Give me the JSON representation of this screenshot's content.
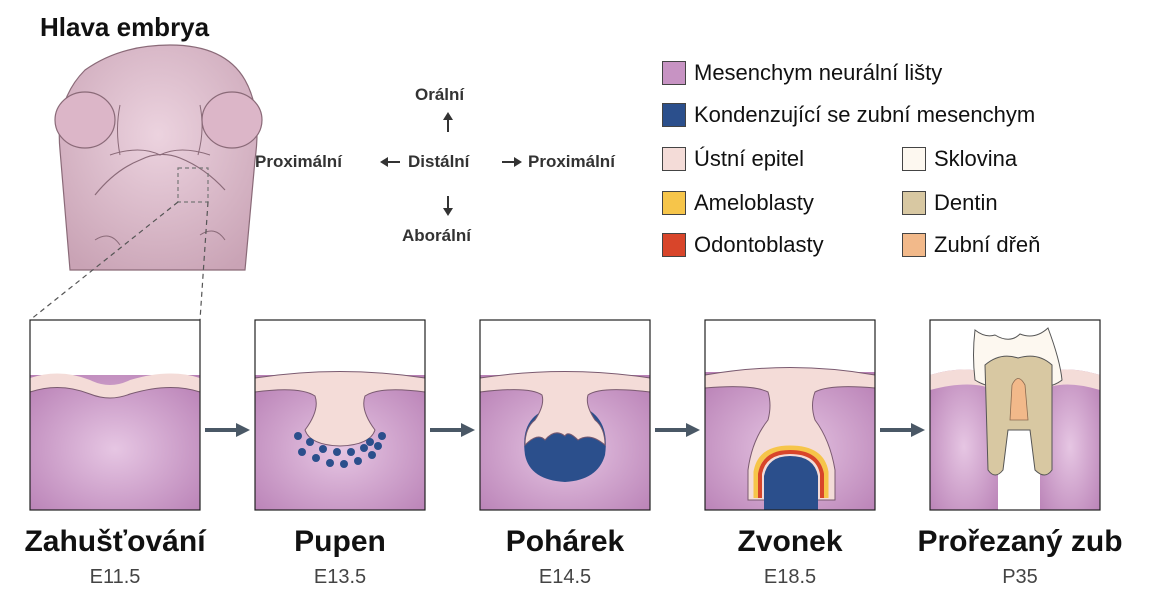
{
  "title": "Hlava embrya",
  "axes": {
    "oral": "Orální",
    "aboral": "Aborální",
    "distal": "Distální",
    "proximal_left": "Proximální",
    "proximal_right": "Proximální"
  },
  "legend": [
    {
      "label": "Mesenchym neurální lišty",
      "color": "#c793c3"
    },
    {
      "label": "Kondenzující se zubní mesenchym",
      "color": "#2b4f8c"
    },
    {
      "label": "Ústní epitel",
      "color": "#f4dcd8"
    },
    {
      "label": "Sklovina",
      "color": "#fdf8f0"
    },
    {
      "label": "Ameloblasty",
      "color": "#f6c54a"
    },
    {
      "label": "Dentin",
      "color": "#d8c8a2"
    },
    {
      "label": "Odontoblasty",
      "color": "#d8452a"
    },
    {
      "label": "Zubní dřeň",
      "color": "#f2b98a"
    }
  ],
  "stages": [
    {
      "name": "Zahušťování",
      "code": "E11.5"
    },
    {
      "name": "Pupen",
      "code": "E13.5"
    },
    {
      "name": "Pohárek",
      "code": "E14.5"
    },
    {
      "name": "Zvonek",
      "code": "E18.5"
    },
    {
      "name": "Prořezaný zub",
      "code": "P35"
    }
  ]
}
